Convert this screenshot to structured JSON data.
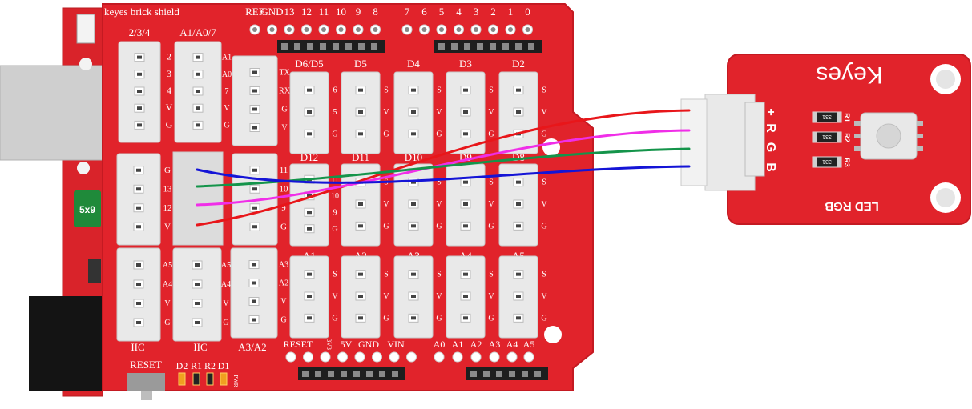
{
  "shield": {
    "title": "keyes brick shield",
    "top_header_left": [
      "REF",
      "GND",
      "13",
      "12",
      "11",
      "10",
      "9",
      "8"
    ],
    "top_header_right": [
      "7",
      "6",
      "5",
      "4",
      "3",
      "2",
      "1",
      "0"
    ],
    "left_column_labels": [
      "2/3/4",
      "A1/A0/7"
    ],
    "left_top_pins_a": [
      "2",
      "3",
      "4",
      "V",
      "G"
    ],
    "left_top_pins_b": [
      "A1",
      "A0",
      "7",
      "V",
      "G"
    ],
    "serial_pins": [
      "TX",
      "RX",
      "G",
      "V"
    ],
    "mid_left_pins": [
      "G",
      "13",
      "12",
      "V"
    ],
    "mid_second_pins": [
      "11",
      "10",
      "9",
      "G"
    ],
    "bottom_left_pins_a": [
      "A5",
      "A4",
      "V",
      "G"
    ],
    "bottom_left_pins_b": [
      "A5",
      "A4",
      "V",
      "G"
    ],
    "bottom_third_pins": [
      "A3",
      "A2",
      "V",
      "G"
    ],
    "row1_labels": [
      "D6/D5",
      "D5",
      "D4",
      "D3",
      "D2"
    ],
    "row1_pins": [
      [
        "6",
        "5",
        "G"
      ],
      [
        "S",
        "V",
        "G"
      ],
      [
        "S",
        "V",
        "G"
      ],
      [
        "S",
        "V",
        "G"
      ],
      [
        "S",
        "V",
        "G"
      ]
    ],
    "row2_labels": [
      "D12",
      "D11",
      "D10",
      "D9",
      "D8"
    ],
    "row2_pins": [
      [
        "11",
        "10",
        "9",
        "G"
      ],
      [
        "S",
        "V",
        "G"
      ],
      [
        "S",
        "V",
        "G"
      ],
      [
        "S",
        "V",
        "G"
      ],
      [
        "S",
        "V",
        "G"
      ]
    ],
    "row3_labels": [
      "A1",
      "A2",
      "A3",
      "A4",
      "A5"
    ],
    "row3_pins": [
      [
        "S",
        "V",
        "G"
      ],
      [
        "S",
        "V",
        "G"
      ],
      [
        "S",
        "V",
        "G"
      ],
      [
        "S",
        "V",
        "G"
      ],
      [
        "S",
        "V",
        "G"
      ]
    ],
    "bottom_labels": [
      "IIC",
      "IIC",
      "A3/A2"
    ],
    "power_header": [
      "RESET",
      "3V3",
      "5V",
      "GND",
      "VIN"
    ],
    "analog_header": [
      "A0",
      "A1",
      "A2",
      "A3",
      "A4",
      "A5"
    ],
    "reset_label": "RESET",
    "leds": [
      "D2",
      "R1",
      "R2",
      "D1"
    ],
    "pwr_label": "PWR",
    "fuse_label": "5x9"
  },
  "module": {
    "brand": "Keyes",
    "name": "LED RGB",
    "pins": [
      "+",
      "R",
      "G",
      "B"
    ],
    "resistors": [
      {
        "code": "331",
        "label": "R1"
      },
      {
        "code": "331",
        "label": "R2"
      },
      {
        "code": "331",
        "label": "R3"
      }
    ]
  },
  "wires": [
    {
      "pin": "+",
      "color": "#e8161a"
    },
    {
      "pin": "R",
      "color": "#f02ee8"
    },
    {
      "pin": "G",
      "color": "#14944a"
    },
    {
      "pin": "B",
      "color": "#1414d6"
    }
  ],
  "colors": {
    "board_red": "#e1232b",
    "board_edge": "#c41a22",
    "connector": "#e9e9e9",
    "pin_black": "#222222"
  }
}
